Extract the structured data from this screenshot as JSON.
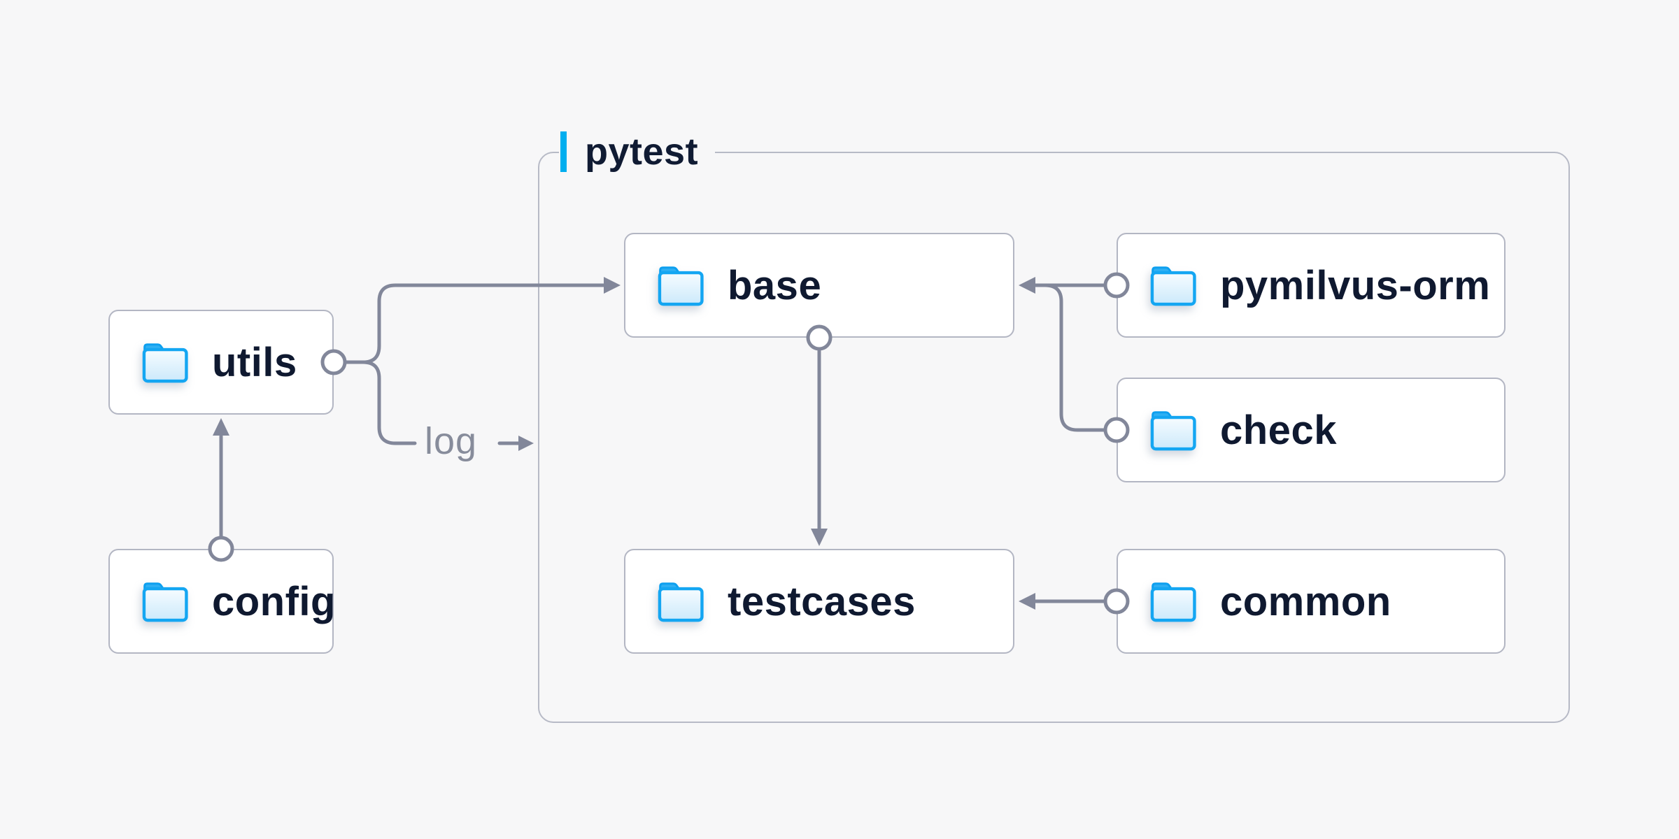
{
  "background": "#f7f7f8",
  "colors": {
    "box_fill": "#ffffff",
    "box_border": "#b3b6c3",
    "group_border": "#b7bac6",
    "connector": "#82879a",
    "accent_bar": "#00aeef",
    "label_text": "#0f1930",
    "edge_label_text": "#878c9b",
    "folder_blue": "#14a6f2"
  },
  "container": {
    "label": "pytest"
  },
  "nodes": {
    "utils": {
      "label": "utils"
    },
    "config": {
      "label": "config"
    },
    "base": {
      "label": "base"
    },
    "testcases": {
      "label": "testcases"
    },
    "pymilvus_orm": {
      "label": "pymilvus-orm"
    },
    "check": {
      "label": "check"
    },
    "common": {
      "label": "common"
    }
  },
  "edges": {
    "log_label": "log",
    "relations": [
      {
        "from": "utils",
        "to": "base"
      },
      {
        "from": "utils",
        "to": "pytest",
        "label": "log"
      },
      {
        "from": "config",
        "to": "utils"
      },
      {
        "from": "base",
        "to": "testcases"
      },
      {
        "from": "pymilvus-orm",
        "to": "base"
      },
      {
        "from": "check",
        "to": "base"
      },
      {
        "from": "common",
        "to": "testcases"
      }
    ]
  }
}
